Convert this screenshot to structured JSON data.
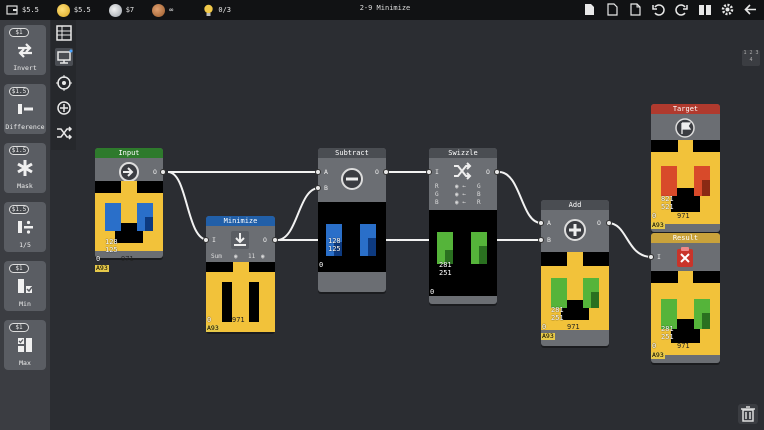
{
  "topbar": {
    "budget": "$5.5",
    "gold": "$5.5",
    "silver": "$7",
    "bronze": "∞",
    "hints": "0/3",
    "level": "2-9 Minimize"
  },
  "sidebar": {
    "cards": [
      {
        "cost": "$1",
        "label": "Invert",
        "icon": "invert-arrow-icon"
      },
      {
        "cost": "$1.5",
        "label": "Difference",
        "icon": "difference-icon"
      },
      {
        "cost": "$1.5",
        "label": "Mask",
        "icon": "asterisk-icon"
      },
      {
        "cost": "$1.5",
        "label": "1/5",
        "icon": "fifth-icon"
      },
      {
        "cost": "$1",
        "label": "Min",
        "icon": "min-icon"
      },
      {
        "cost": "$1",
        "label": "Max",
        "icon": "max-icon"
      }
    ]
  },
  "tools": [
    "grid-icon",
    "monitor-icon",
    "target-icon",
    "move-icon",
    "shuffle-icon"
  ],
  "layout_badge": "1 2\n3 4",
  "nodes": {
    "input": {
      "title": "Input",
      "out": "O",
      "v1": "128",
      "v2": "125",
      "v3": "0",
      "v4": "971",
      "tag": "A93"
    },
    "minimize": {
      "title": "Minimize",
      "in": "I",
      "out": "O",
      "mode": "Sum",
      "amount": "11",
      "v1": "0",
      "v2": "971",
      "tag": "A93"
    },
    "subtract": {
      "title": "Subtract",
      "in_a": "A",
      "in_b": "B",
      "out": "O",
      "v1": "128",
      "v2": "125",
      "v3": "0"
    },
    "swizzle": {
      "title": "Swizzle",
      "in": "I",
      "out": "O",
      "rows": [
        "R",
        "G",
        "B"
      ],
      "targets": [
        "G",
        "B",
        "R"
      ],
      "v1": "281",
      "v2": "251",
      "v3": "0"
    },
    "add": {
      "title": "Add",
      "in_a": "A",
      "in_b": "B",
      "out": "O",
      "v1": "281",
      "v2": "251",
      "v3": "0",
      "v4": "971",
      "tag": "A93"
    },
    "target": {
      "title": "Target",
      "v1": "821",
      "v2": "521",
      "v3": "0",
      "v4": "971",
      "tag": "A93"
    },
    "result": {
      "title": "Result",
      "in": "I",
      "v1": "281",
      "v2": "251",
      "v3": "0",
      "v4": "971",
      "tag": "A93"
    }
  }
}
